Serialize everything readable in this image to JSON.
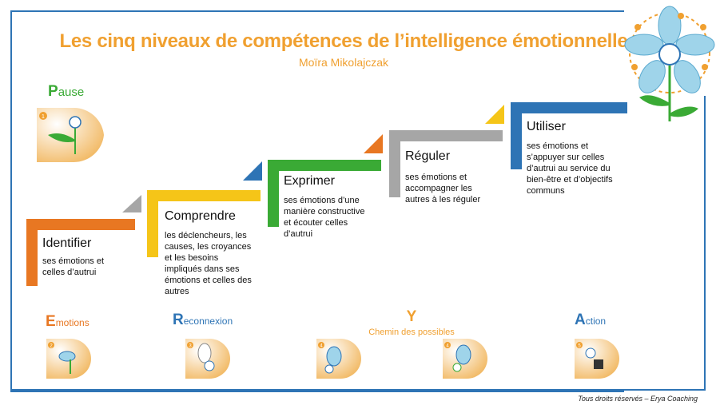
{
  "title": "Les cinq niveaux de compétences de l’intelligence émotionnelle",
  "author": "Moïra Mikolajczak",
  "pause": {
    "initial": "P",
    "rest": "ause"
  },
  "steps": [
    {
      "heading": "Identifier",
      "desc": "ses émotions et\ncelles d’autrui",
      "color": "#e87722"
    },
    {
      "heading": "Comprendre",
      "desc": "les déclencheurs, les\ncauses, les croyances\net les besoins\nimpliqués dans ses\némotions et celles des\nautres",
      "color": "#f5c518"
    },
    {
      "heading": "Exprimer",
      "desc": "ses émotions d’une\nmanière constructive\net écouter celles\nd’autrui",
      "color": "#3aaa35"
    },
    {
      "heading": "Réguler",
      "desc": "ses émotions et\naccompagner les\nautres à les réguler",
      "color": "#a6a6a6"
    },
    {
      "heading": "Utiliser",
      "desc": "ses émotions et\ns’appuyer sur celles\nd’autrui au service du\nbien-être et d’objectifs\ncommuns",
      "color": "#2e74b5"
    }
  ],
  "erya": [
    {
      "initial": "E",
      "rest": "motions",
      "color": "#e87722"
    },
    {
      "initial": "R",
      "rest": "econnexion",
      "color": "#2e74b5"
    },
    {
      "initial": "Y",
      "rest": "Chemin des possibles",
      "color": "#f0a030"
    },
    {
      "initial": "A",
      "rest": "ction",
      "color": "#2e74b5"
    }
  ],
  "badge_numbers": [
    "1",
    "2",
    "3",
    "4",
    "4",
    "5"
  ],
  "footer": "Tous droits réservés – Erya Coaching"
}
